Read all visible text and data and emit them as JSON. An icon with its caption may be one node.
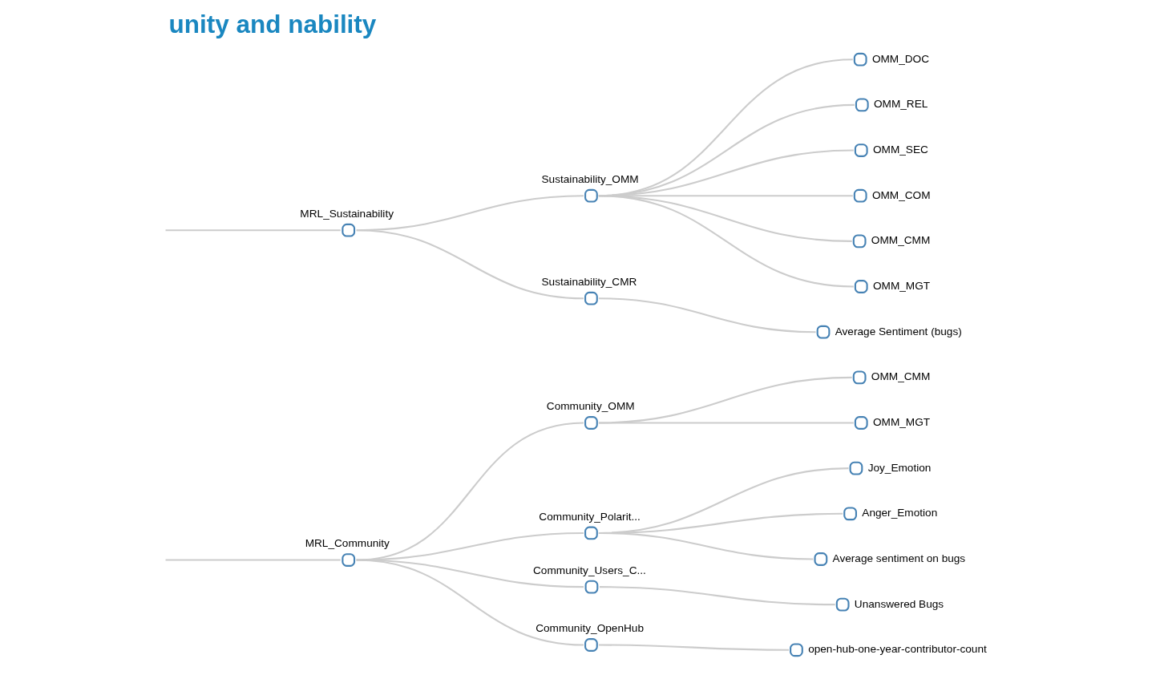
{
  "diagram": {
    "title": "unity and nability",
    "nodes": [
      {
        "text": [
          "MRL_Community"
        ]
      },
      {
        "text": [
          "Community_OMM"
        ]
      },
      {
        "text": [
          "OMM_CMM"
        ]
      },
      {
        "text": [
          "OMM_MGT"
        ]
      },
      {
        "text": [
          "Community_Polarit..."
        ]
      },
      {
        "text": [
          "Joy_Emotion"
        ]
      },
      {
        "text": [
          "Anger_Emotion"
        ]
      },
      {
        "text": [
          "Average sentiment on bugs"
        ]
      },
      {
        "text": [
          "Community_Users_C..."
        ]
      },
      {
        "text": [
          "Unanswered Bugs"
        ]
      },
      {
        "text": [
          "Community_OpenHub"
        ]
      },
      {
        "text": [
          "open-hub-one-year-contributor-count"
        ]
      },
      {
        "text": [
          "MRL_Sustainability"
        ]
      },
      {
        "text": [
          "Sustainability_OMM"
        ]
      },
      {
        "text": [
          "OMM_DOC"
        ]
      },
      {
        "text": [
          "OMM_REL"
        ]
      },
      {
        "text": [
          "OMM_SEC"
        ]
      },
      {
        "text": [
          "OMM_COM"
        ]
      },
      {
        "text": [
          "OMM_CMM"
        ]
      },
      {
        "text": [
          "OMM_MGT"
        ]
      },
      {
        "text": [
          "Sustainability_CMR"
        ]
      },
      {
        "text": [
          "Average Sentiment (bugs)"
        ]
      }
    ],
    "edges": [
      {
        "from": null,
        "to": 0,
        "arrow": "none"
      },
      {
        "from": null,
        "to": 12,
        "arrow": "none"
      },
      {
        "from": 0,
        "to": 1,
        "arrow": "none"
      },
      {
        "from": 0,
        "to": 4,
        "arrow": "none"
      },
      {
        "from": 0,
        "to": 8,
        "arrow": "none"
      },
      {
        "from": 0,
        "to": 10,
        "arrow": "none"
      },
      {
        "from": 1,
        "to": 2,
        "arrow": "none"
      },
      {
        "from": 1,
        "to": 3,
        "arrow": "none"
      },
      {
        "from": 4,
        "to": 5,
        "arrow": "none"
      },
      {
        "from": 4,
        "to": 6,
        "arrow": "none"
      },
      {
        "from": 4,
        "to": 7,
        "arrow": "none"
      },
      {
        "from": 8,
        "to": 9,
        "arrow": "none"
      },
      {
        "from": 10,
        "to": 11,
        "arrow": "none"
      },
      {
        "from": 12,
        "to": 13,
        "arrow": "none"
      },
      {
        "from": 12,
        "to": 20,
        "arrow": "none"
      },
      {
        "from": 13,
        "to": 14,
        "arrow": "none"
      },
      {
        "from": 13,
        "to": 15,
        "arrow": "none"
      },
      {
        "from": 13,
        "to": 16,
        "arrow": "none"
      },
      {
        "from": 13,
        "to": 17,
        "arrow": "none"
      },
      {
        "from": 13,
        "to": 18,
        "arrow": "none"
      },
      {
        "from": 13,
        "to": 19,
        "arrow": "none"
      },
      {
        "from": 20,
        "to": 21,
        "arrow": "none"
      }
    ]
  }
}
